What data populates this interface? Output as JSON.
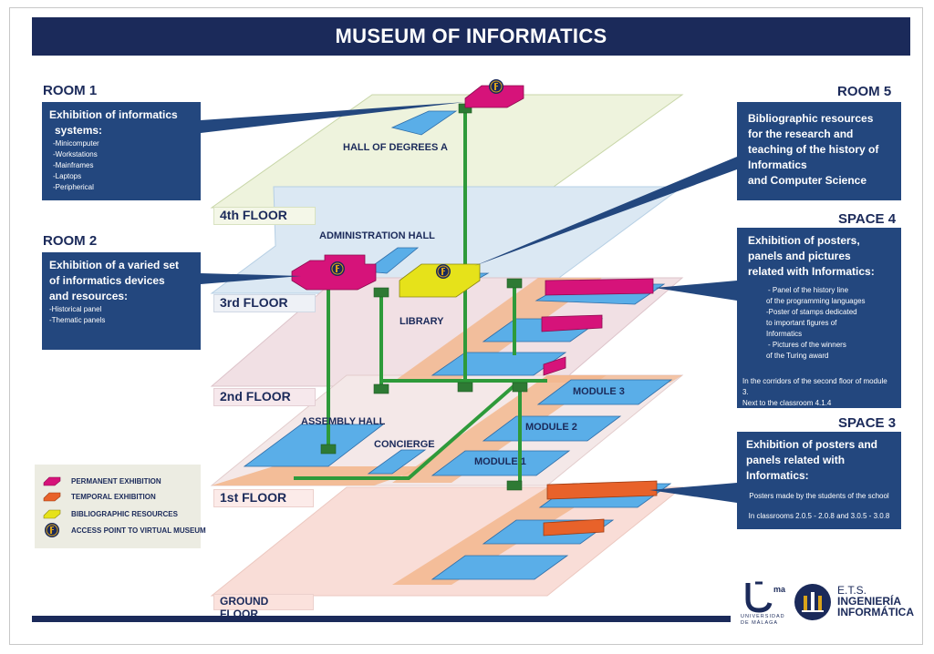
{
  "title": "MUSEUM OF INFORMATICS",
  "rooms": {
    "room1": {
      "heading": "ROOM 1",
      "main": [
        "Exhibition of informatics",
        "systems:"
      ],
      "items": [
        "-Minicomputer",
        "-Workstations",
        "-Mainframes",
        "-Laptops",
        "-Peripherical"
      ]
    },
    "room2": {
      "heading": "ROOM 2",
      "main": [
        "Exhibition of a varied set",
        "of informatics devices",
        "and resources:"
      ],
      "items": [
        "-Historical panel",
        "-Thematic panels"
      ]
    },
    "room5": {
      "heading": "ROOM 5",
      "main": [
        "Bibliographic resources",
        "for  the research and",
        "teaching of  the history of",
        "Informatics",
        "and  Computer Science"
      ]
    },
    "space4": {
      "heading": "SPACE 4",
      "main": [
        "Exhibition of posters,",
        "panels and pictures",
        "related with Informatics:"
      ],
      "items": [
        "- Panel of the history line",
        "of the programming languages",
        "-Poster of stamps dedicated",
        "to important figures of",
        "Informatics",
        "- Pictures of the winners",
        "of the Turing award"
      ],
      "note": [
        "In the corridors of the second floor of module 3.",
        "Next to the classroom 4.1.4"
      ]
    },
    "space3": {
      "heading": "SPACE 3",
      "main": [
        "Exhibition of posters and",
        "panels related with",
        "Informatics:"
      ],
      "note1": "Posters made by the students of the school",
      "note2": "In classrooms 2.0.5 - 2.0.8 and 3.0.5 - 3.0.8"
    }
  },
  "floors": {
    "fourth": "4th FLOOR",
    "third": "3rd FLOOR",
    "second": "2nd FLOOR",
    "first": "1st FLOOR",
    "ground": "GROUND FLOOR"
  },
  "areas": {
    "hall_degrees": "HALL OF DEGREES A",
    "admin_hall": "ADMINISTRATION HALL",
    "library": "LIBRARY",
    "assembly_hall": "ASSEMBLY HALL",
    "concierge": "CONCIERGE",
    "module1": "MODULE 1",
    "module2": "MODULE 2",
    "module3": "MODULE 3"
  },
  "legend": {
    "permanent": "PERMANENT EXHIBITION",
    "temporal": "TEMPORAL EXHIBITION",
    "bibliographic": "BIBLIOGRAPHIC RESOURCES",
    "access": "ACCESS POINT TO VIRTUAL MUSEUM"
  },
  "logos": {
    "uma_superscript": "ma",
    "uma_text": [
      "UNIVERSIDAD",
      "DE MÁLAGA"
    ],
    "ets_lines": [
      "E.T.S.",
      "INGENIERÍA",
      "INFORMÁTICA"
    ]
  },
  "colors": {
    "navy": "#1b2a5a",
    "box_blue": "#23477e",
    "permanent": "#d6137a",
    "temporal": "#e8622a",
    "bibliographic": "#e6e21a",
    "module_blue": "#5aaee8",
    "connector_green": "#2e9a3a"
  },
  "icons": [
    "access-point-icon",
    "uma-logo",
    "ets-logo"
  ]
}
